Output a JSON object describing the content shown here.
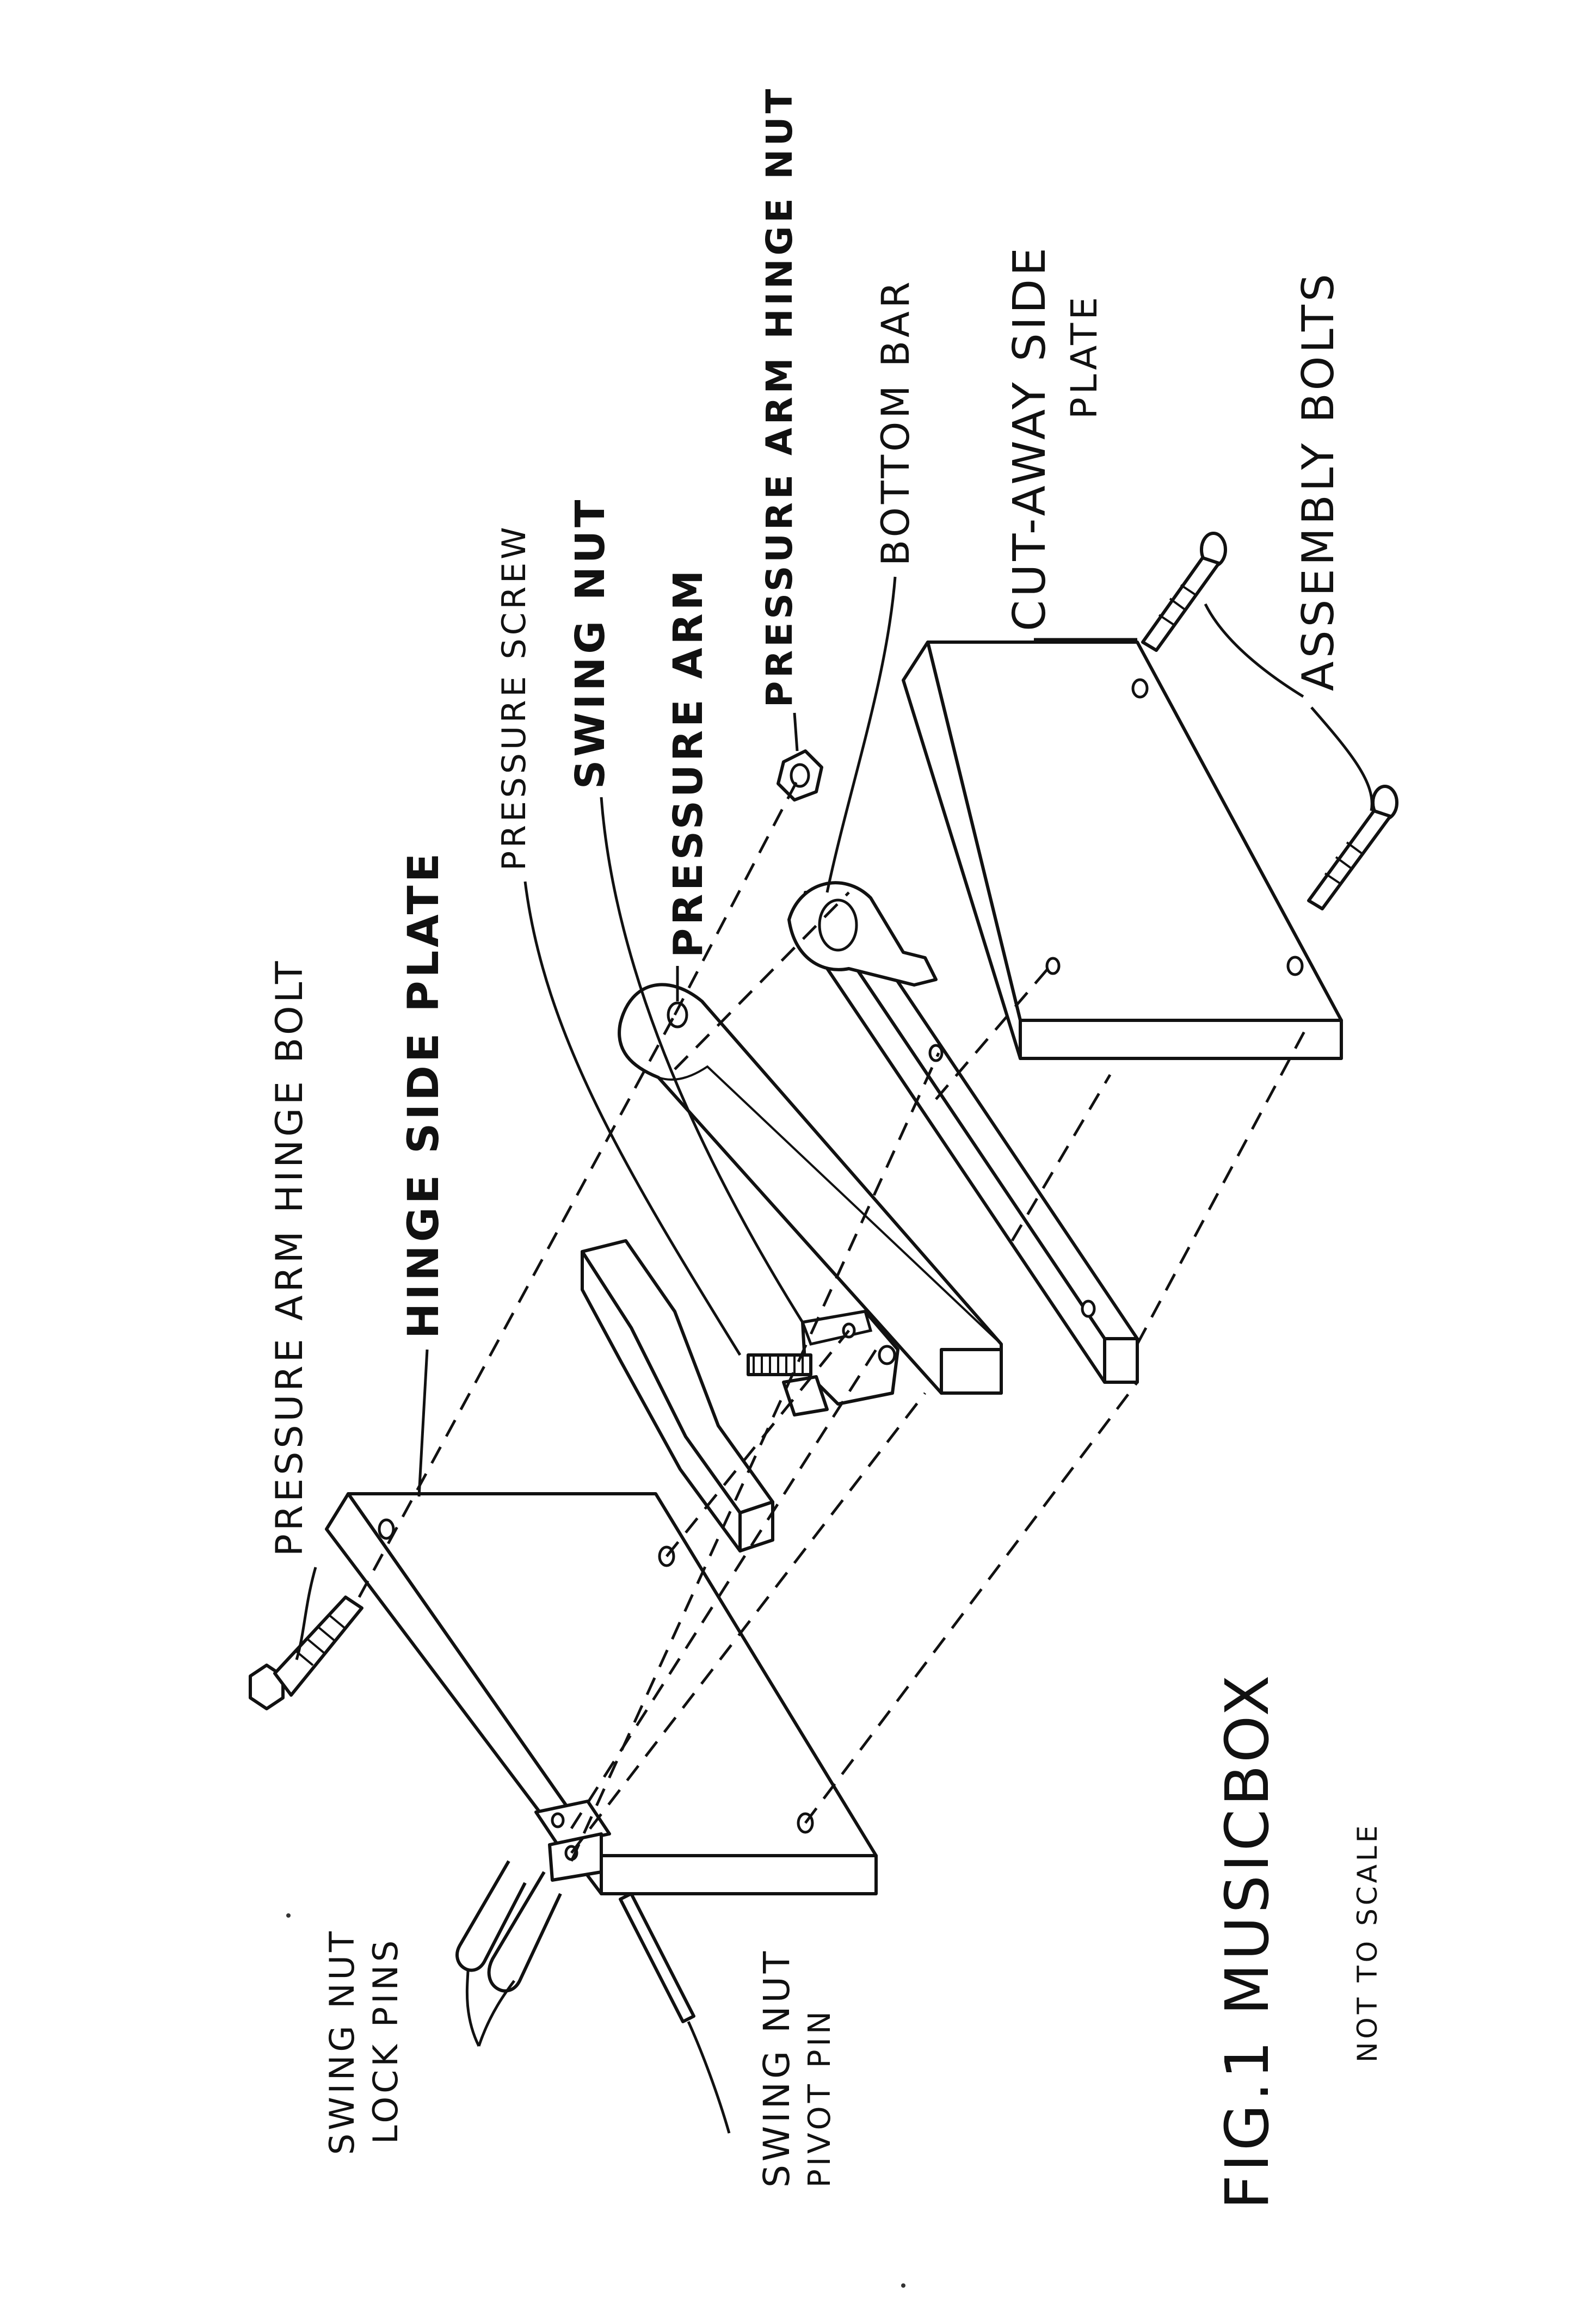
{
  "figure": {
    "title": "FIG.1  MUSICBOX",
    "subtitle": "NOT TO SCALE"
  },
  "labels": {
    "pressure_arm_hinge_bolt": "PRESSURE ARM HINGE BOLT",
    "hinge_side_plate": "HINGE SIDE PLATE",
    "pressure_screw": "PRESSURE SCREW",
    "swing_nut": "SWING NUT",
    "pressure_arm": "PRESSURE ARM",
    "pressure_arm_hinge_nut": "PRESSURE ARM HINGE NUT",
    "bottom_bar": "BOTTOM BAR",
    "cut_away_side_1": "CUT-AWAY SIDE",
    "cut_away_side_2": "PLATE",
    "assembly_bolts": "ASSEMBLY BOLTS",
    "swing_nut_lock_pins_1": "SWING NUT",
    "swing_nut_lock_pins_2": "LOCK PINS",
    "swing_nut_pivot_pin_1": "SWING NUT",
    "swing_nut_pivot_pin_2": "PIVOT PIN"
  }
}
